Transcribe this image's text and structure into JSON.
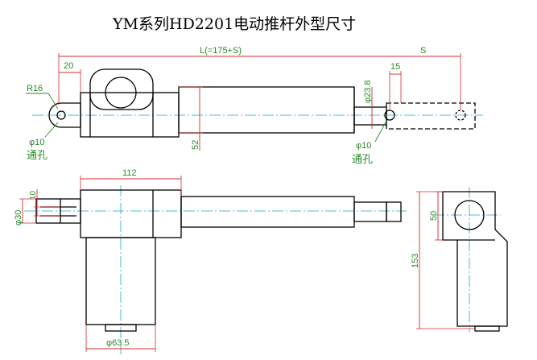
{
  "title": "YM系列HD2201电动推杆外型尺寸",
  "dimensions": {
    "offset_20": "20",
    "length": "L(=175+S)",
    "stroke": "S",
    "rear_radius": "R16",
    "rear_hole": "φ10",
    "rear_hole_note": "通孔",
    "rod_diameter": "φ23.8",
    "rod_end_15": "15",
    "height_52": "52",
    "front_hole": "φ10",
    "front_hole_note": "通孔",
    "length_112": "112",
    "width_10": "10",
    "diameter_30": "φ30",
    "motor_diameter": "φ63.5",
    "height_50": "50",
    "height_153": "153"
  },
  "colors": {
    "body": "#000000",
    "dimension": "#d42a2a",
    "text": "#2a8a2a",
    "centerline": "#1aa8c8"
  }
}
